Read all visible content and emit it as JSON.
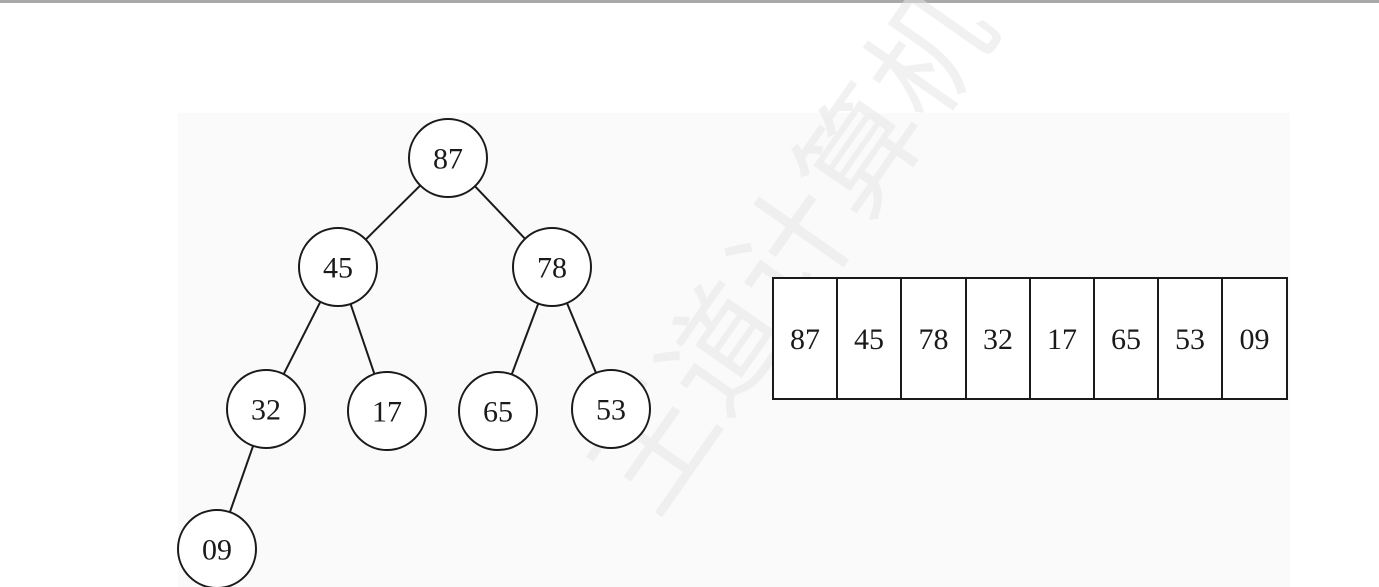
{
  "heap_tree": {
    "nodes": [
      {
        "id": "n0",
        "label": "87"
      },
      {
        "id": "n1",
        "label": "45"
      },
      {
        "id": "n2",
        "label": "78"
      },
      {
        "id": "n3",
        "label": "32"
      },
      {
        "id": "n4",
        "label": "17"
      },
      {
        "id": "n5",
        "label": "65"
      },
      {
        "id": "n6",
        "label": "53"
      },
      {
        "id": "n7",
        "label": "09"
      }
    ],
    "edges": [
      {
        "from": "n0",
        "to": "n1"
      },
      {
        "from": "n0",
        "to": "n2"
      },
      {
        "from": "n1",
        "to": "n3"
      },
      {
        "from": "n1",
        "to": "n4"
      },
      {
        "from": "n2",
        "to": "n5"
      },
      {
        "from": "n2",
        "to": "n6"
      },
      {
        "from": "n3",
        "to": "n7"
      }
    ]
  },
  "array": {
    "cells": [
      "87",
      "45",
      "78",
      "32",
      "17",
      "65",
      "53",
      "09"
    ]
  },
  "watermark": {
    "text": "王道计算机"
  }
}
